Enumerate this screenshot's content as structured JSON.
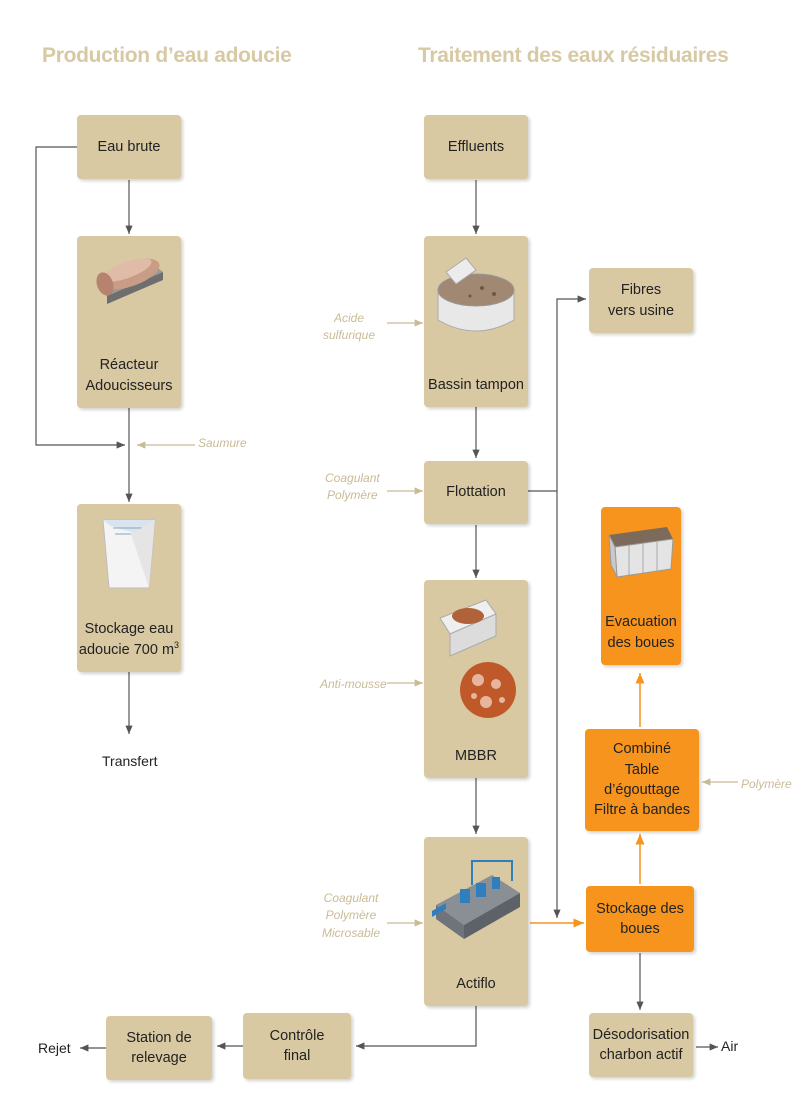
{
  "titles": {
    "left": "Production d’eau adoucie",
    "right": "Traitement des eaux résiduaires"
  },
  "left": {
    "eau_brute": "Eau brute",
    "reacteur": "Réacteur\nAdoucisseurs",
    "saumure": "Saumure",
    "stockage": "Stockage eau\nadoucie 700 m",
    "stockage_sup": "3",
    "transfert": "Transfert"
  },
  "right": {
    "effluents": "Effluents",
    "bassin": "Bassin tampon",
    "acide": "Acide\nsulfurique",
    "fibres": "Fibres\nvers usine",
    "flottation": "Flottation",
    "coag1": "Coagulant\nPolymère",
    "mbbr": "MBBR",
    "antimousse": "Anti-mousse",
    "evacuation": "Evacuation\ndes boues",
    "combine": "Combiné\nTable d’égouttage\nFiltre à bandes",
    "polymere": "Polymère",
    "actiflo": "Actiflo",
    "coag2": "Coagulant\nPolymère\nMicrosable",
    "stockage_boues": "Stockage des\nboues",
    "desodorisation": "Désodorisation\ncharbon actif",
    "air": "Air",
    "controle": "Contrôle\nfinal",
    "station": "Station de\nrelevage",
    "rejet": "Rejet"
  },
  "colors": {
    "box": "#d9c9a3",
    "orange": "#f7941d",
    "title": "#d8c9a5",
    "line": "#555555",
    "side_line": "#c9bb97"
  }
}
